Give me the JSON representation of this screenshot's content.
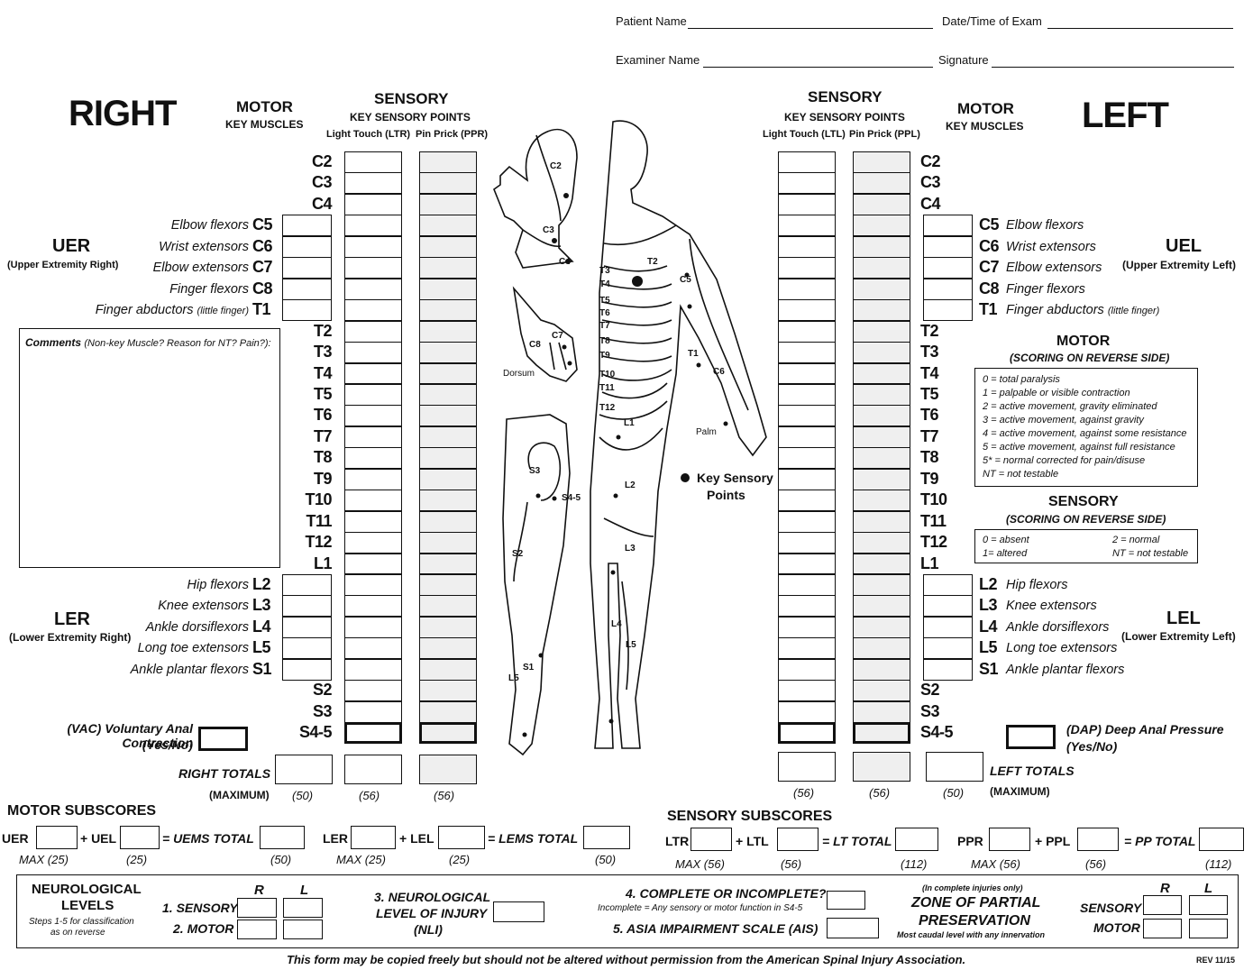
{
  "header": {
    "patient_name": "Patient Name",
    "date_time": "Date/Time of Exam",
    "examiner_name": "Examiner Name",
    "signature": "Signature"
  },
  "right": {
    "title": "RIGHT",
    "motor": "MOTOR",
    "key_muscles": "KEY MUSCLES",
    "sensory": "SENSORY",
    "key_points": "KEY SENSORY POINTS",
    "lt_col": "Light Touch (LTR)",
    "pp_col": "Pin Prick (PPR)",
    "uer": "UER",
    "uer_sub": "(Upper Extremity Right)",
    "ler": "LER",
    "ler_sub": "(Lower Extremity Right)",
    "comments_label": "Comments",
    "comments_sub": "(Non-key Muscle? Reason for NT? Pain?):",
    "vac_line1": "(VAC) Voluntary Anal Contraction",
    "vac_line2": "(Yes/No)",
    "totals": "RIGHT TOTALS",
    "maximum": "(MAXIMUM)",
    "max_motor": "(50)",
    "max_lt": "(56)",
    "max_pp": "(56)"
  },
  "left": {
    "title": "LEFT",
    "motor": "MOTOR",
    "key_muscles": "KEY MUSCLES",
    "sensory": "SENSORY",
    "key_points": "KEY SENSORY POINTS",
    "lt_col": "Light Touch (LTL)",
    "pp_col": "Pin Prick (PPL)",
    "uel": "UEL",
    "uel_sub": "(Upper Extremity Left)",
    "lel": "LEL",
    "lel_sub": "(Lower Extremity Left)",
    "dap_line1": "(DAP) Deep Anal Pressure",
    "dap_line2": "(Yes/No)",
    "totals": "LEFT TOTALS",
    "maximum": "(MAXIMUM)",
    "max_lt": "(56)",
    "max_pp": "(56)",
    "max_motor": "(50)"
  },
  "levels": [
    "C2",
    "C3",
    "C4",
    "C5",
    "C6",
    "C7",
    "C8",
    "T1",
    "T2",
    "T3",
    "T4",
    "T5",
    "T6",
    "T7",
    "T8",
    "T9",
    "T10",
    "T11",
    "T12",
    "L1",
    "L2",
    "L3",
    "L4",
    "L5",
    "S1",
    "S2",
    "S3",
    "S4-5"
  ],
  "muscles_upper": [
    "Elbow flexors",
    "Wrist extensors",
    "Elbow extensors",
    "Finger flexors",
    "Finger abductors"
  ],
  "muscles_upper_note": "(little finger)",
  "muscles_lower": [
    "Hip flexors",
    "Knee extensors",
    "Ankle dorsiflexors",
    "Long toe extensors",
    "Ankle plantar flexors"
  ],
  "figure": {
    "dorsum": "Dorsum",
    "palm": "Palm",
    "key_points_line1": "Key Sensory",
    "key_points_line2": "Points",
    "labels": {
      "c2": "C2",
      "c3": "C3",
      "c4": "C4",
      "t2": "T2",
      "c5": "C5",
      "t1": "T1",
      "c6": "C6",
      "c8": "C8",
      "c7": "C7",
      "s3": "S3",
      "s45": "S4-5",
      "s2": "S2",
      "s1": "S1",
      "l5": "L5",
      "l1": "L1",
      "l2": "L2",
      "l3": "L3",
      "l4": "L4",
      "t3": "T3",
      "t4": "T4",
      "t5": "T5",
      "t6": "T6",
      "t7": "T7",
      "t8": "T8",
      "t9": "T9",
      "t10": "T10",
      "t11": "T11",
      "t12": "T12"
    }
  },
  "motor_scale": {
    "title": "MOTOR",
    "sub": "(SCORING ON REVERSE SIDE)",
    "items": [
      "0 = total paralysis",
      "1 = palpable or visible contraction",
      "2 = active movement, gravity eliminated",
      "3 = active movement, against gravity",
      "4 = active movement, against some resistance",
      "5 = active movement, against full resistance",
      "5* = normal corrected for pain/disuse",
      "NT = not testable"
    ]
  },
  "sensory_scale": {
    "title": "SENSORY",
    "sub": "(SCORING ON REVERSE SIDE)",
    "a": "0 = absent",
    "b": "2 = normal",
    "c": "1= altered",
    "d": "NT = not testable"
  },
  "motor_subscores": {
    "title": "MOTOR SUBSCORES",
    "uer": "UER",
    "uel": "+ UEL",
    "uems": "= UEMS TOTAL",
    "ler": "LER",
    "lel": "+ LEL",
    "lems": "= LEMS TOTAL",
    "max_uer": "MAX (25)",
    "max_uel": "(25)",
    "max_uems": "(50)",
    "max_ler": "MAX (25)",
    "max_lel": "(25)",
    "max_lems": "(50)"
  },
  "sensory_subscores": {
    "title": "SENSORY SUBSCORES",
    "ltr": "LTR",
    "ltl": "+ LTL",
    "lt_total": "= LT TOTAL",
    "ppr": "PPR",
    "ppl": "+ PPL",
    "pp_total": "= PP TOTAL",
    "max_ltr": "MAX (56)",
    "max_ltl": "(56)",
    "max_lt": "(112)",
    "max_ppr": "MAX (56)",
    "max_ppl": "(56)",
    "max_pp": "(112)"
  },
  "neuro": {
    "title1": "NEUROLOGICAL",
    "title2": "LEVELS",
    "steps1": "Steps 1-5 for classification",
    "steps2": "as on reverse",
    "r": "R",
    "l": "L",
    "sensory": "1. SENSORY",
    "motor": "2. MOTOR",
    "nli1": "3. NEUROLOGICAL",
    "nli2": "LEVEL OF INJURY",
    "nli3": "(NLI)",
    "complete": "4. COMPLETE OR INCOMPLETE?",
    "incomplete_def": "Incomplete = Any sensory or motor function in S4-5",
    "ais": "5. ASIA IMPAIRMENT SCALE (AIS)",
    "zpp_note": "(In complete injuries only)",
    "zpp1": "ZONE OF PARTIAL",
    "zpp2": "PRESERVATION",
    "zpp_sub": "Most caudal level with any innervation",
    "zr": "R",
    "zl": "L",
    "zsensory": "SENSORY",
    "zmotor": "MOTOR"
  },
  "footer": {
    "notice": "This form may be copied freely but should not be altered without permission from the American Spinal Injury Association.",
    "rev": "REV 11/15"
  }
}
